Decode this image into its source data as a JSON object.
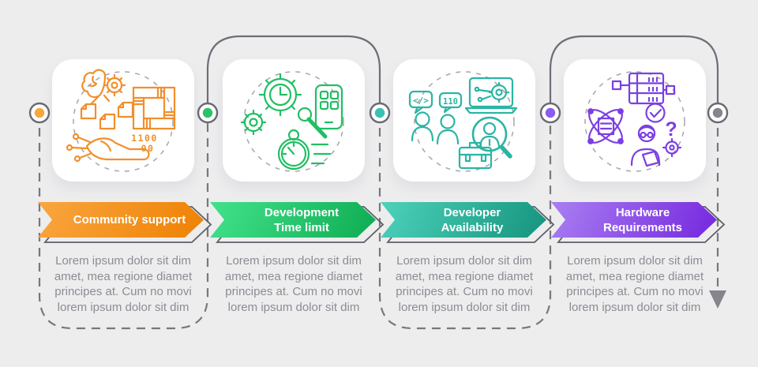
{
  "background_color": "#EDEDEE",
  "connector": {
    "solid_line_color": "#6E6E78",
    "dashed_line_color": "#77777F",
    "dot_ring_color": "#6A6A74"
  },
  "end": {
    "dot_color": "#85858E",
    "arrow_color": "#8A8A92"
  },
  "columns": [
    {
      "id": "community-support",
      "accent_color": "#F18F2B",
      "dot_color": "#F6A83B",
      "gradient_start": "#F9A63F",
      "gradient_end": "#EE8103",
      "title_line1": "Community support",
      "title_line2": "",
      "icon_text1": "1100",
      "icon_text2": "00",
      "body": [
        "Lorem ipsum dolor sit dim",
        "amet, mea regione diamet",
        "principes at. Cum no movi",
        "lorem ipsum dolor sit dim"
      ]
    },
    {
      "id": "development-time-limit",
      "accent_color": "#21BF63",
      "dot_color": "#2BC368",
      "gradient_start": "#42E28C",
      "gradient_end": "#0EAC52",
      "title_line1": "Development",
      "title_line2": "Time limit",
      "icon_text1": "",
      "icon_text2": "",
      "body": [
        "Lorem ipsum dolor sit dim",
        "amet, mea regione diamet",
        "principes at. Cum no movi",
        "lorem ipsum dolor sit dim"
      ]
    },
    {
      "id": "developer-availability",
      "accent_color": "#2BB5A3",
      "dot_color": "#38C2B4",
      "gradient_start": "#4DD2BB",
      "gradient_end": "#15937D",
      "title_line1": "Developer",
      "title_line2": "Availability",
      "icon_text1": "</>",
      "icon_text2": "110",
      "body": [
        "Lorem ipsum dolor sit dim",
        "amet, mea regione diamet",
        "principes at. Cum no movi",
        "lorem ipsum dolor sit dim"
      ]
    },
    {
      "id": "hardware-requirements",
      "accent_color": "#7B3FE4",
      "dot_color": "#8A5CF0",
      "gradient_start": "#A97FF2",
      "gradient_end": "#7527DE",
      "title_line1": "Hardware",
      "title_line2": "Requirements",
      "icon_text1": "?",
      "icon_text2": "",
      "body": [
        "Lorem ipsum dolor sit dim",
        "amet, mea regione diamet",
        "principes at. Cum no movi",
        "lorem ipsum dolor sit dim"
      ]
    }
  ]
}
